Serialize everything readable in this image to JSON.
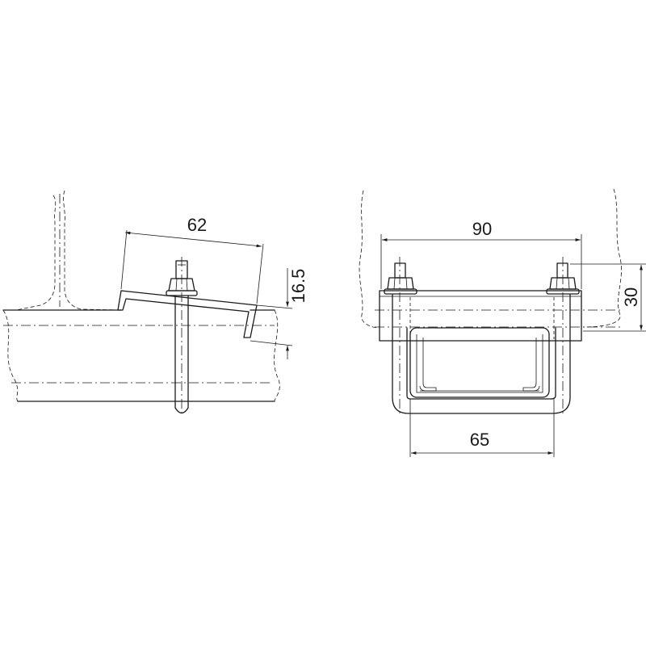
{
  "dimensions": {
    "side_width": "62",
    "side_height": "16.5",
    "front_width": "90",
    "front_height": "30",
    "front_inner_width": "65"
  },
  "colors": {
    "line": "#1a1a1a",
    "background": "#ffffff"
  }
}
